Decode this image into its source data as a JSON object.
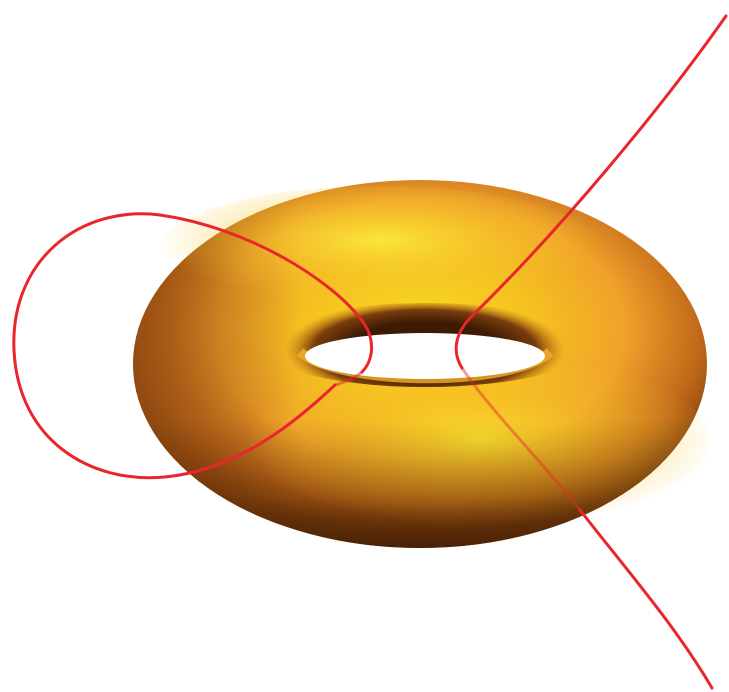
{
  "figure": {
    "background": "#ffffff",
    "torus": {
      "shape": "torus",
      "colors": {
        "highlight": "#f8de22",
        "mid": "#f0a22a",
        "shadow": "#7a3d0c",
        "deep_shadow": "#3d1a04",
        "hole": "#ffffff"
      }
    },
    "curves": {
      "color": "#e8262c",
      "branches": [
        "left-loop",
        "right-branch"
      ]
    }
  }
}
